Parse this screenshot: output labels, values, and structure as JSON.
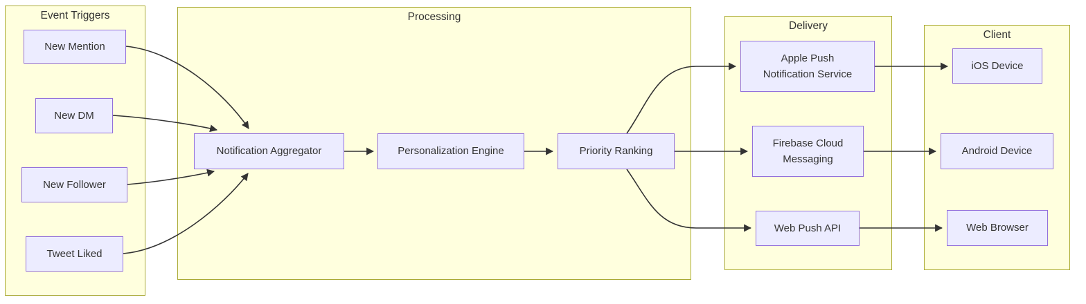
{
  "diagram_type": "flowchart",
  "colors": {
    "cluster_fill": "#ffffde",
    "cluster_border": "#aaaa33",
    "node_fill": "#ececff",
    "node_border": "#9370db",
    "edge": "#333333",
    "text": "#333333",
    "background": "#ffffff"
  },
  "clusters": {
    "event_triggers": {
      "title": "Event Triggers"
    },
    "processing": {
      "title": "Processing"
    },
    "delivery": {
      "title": "Delivery"
    },
    "client": {
      "title": "Client"
    }
  },
  "nodes": {
    "new_mention": {
      "label": "New Mention"
    },
    "new_dm": {
      "label": "New DM"
    },
    "new_follower": {
      "label": "New Follower"
    },
    "tweet_liked": {
      "label": "Tweet Liked"
    },
    "notification_aggregator": {
      "label": "Notification Aggregator"
    },
    "personalization_engine": {
      "label": "Personalization Engine"
    },
    "priority_ranking": {
      "label": "Priority Ranking"
    },
    "apns": {
      "label": "Apple Push\nNotification Service"
    },
    "fcm": {
      "label": "Firebase Cloud\nMessaging"
    },
    "web_push": {
      "label": "Web Push API"
    },
    "ios_device": {
      "label": "iOS Device"
    },
    "android_device": {
      "label": "Android Device"
    },
    "web_browser": {
      "label": "Web Browser"
    }
  },
  "edges": [
    {
      "from": "New Mention",
      "to": "Notification Aggregator"
    },
    {
      "from": "New DM",
      "to": "Notification Aggregator"
    },
    {
      "from": "New Follower",
      "to": "Notification Aggregator"
    },
    {
      "from": "Tweet Liked",
      "to": "Notification Aggregator"
    },
    {
      "from": "Notification Aggregator",
      "to": "Personalization Engine"
    },
    {
      "from": "Personalization Engine",
      "to": "Priority Ranking"
    },
    {
      "from": "Priority Ranking",
      "to": "Apple Push Notification Service"
    },
    {
      "from": "Priority Ranking",
      "to": "Firebase Cloud Messaging"
    },
    {
      "from": "Priority Ranking",
      "to": "Web Push API"
    },
    {
      "from": "Apple Push Notification Service",
      "to": "iOS Device"
    },
    {
      "from": "Firebase Cloud Messaging",
      "to": "Android Device"
    },
    {
      "from": "Web Push API",
      "to": "Web Browser"
    }
  ]
}
